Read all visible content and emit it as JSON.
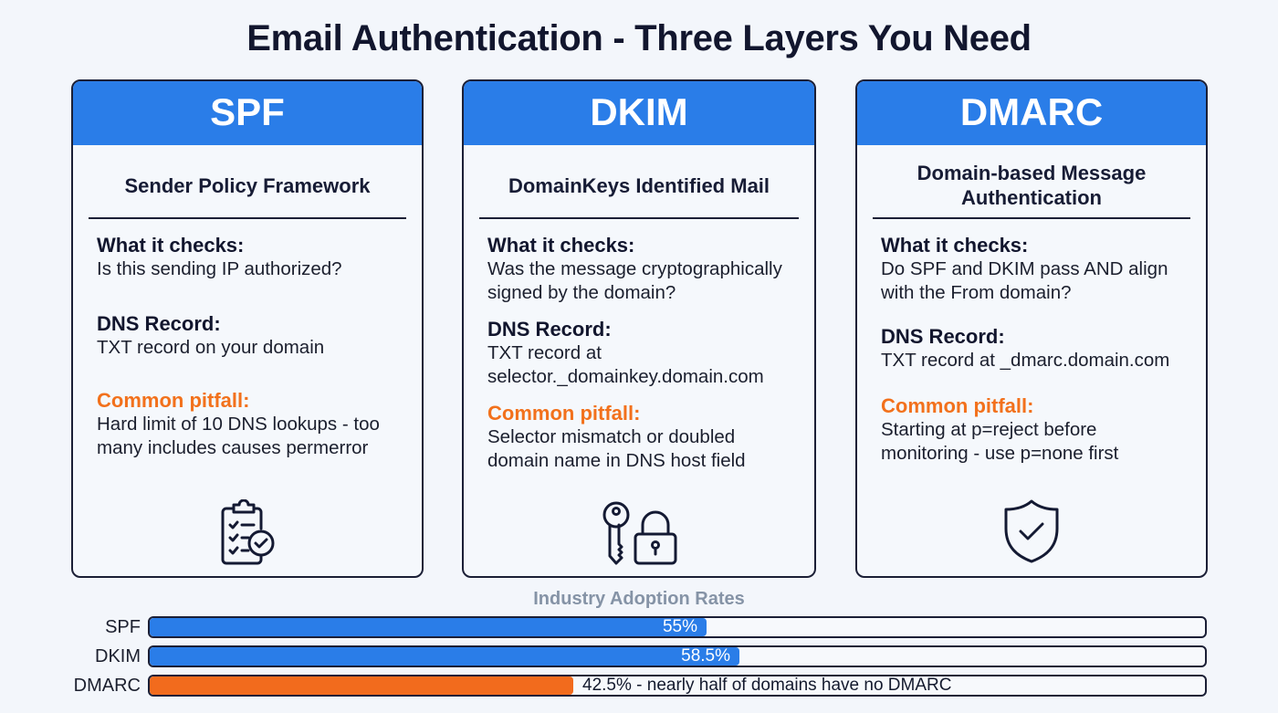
{
  "title": "Email Authentication - Three Layers You Need",
  "cards": [
    {
      "acronym": "SPF",
      "full_name": "Sender Policy Framework",
      "checks_label": "What it checks:",
      "checks_value": "Is this sending IP authorized?",
      "dns_label": "DNS Record:",
      "dns_value": "TXT record on your domain",
      "pitfall_label": "Common pitfall:",
      "pitfall_value": "Hard limit of 10 DNS lookups - too many includes causes permerror",
      "icon": "clipboard-check-icon"
    },
    {
      "acronym": "DKIM",
      "full_name": "DomainKeys Identified Mail",
      "checks_label": "What it checks:",
      "checks_value": "Was the message cryptographically signed by the domain?",
      "dns_label": "DNS Record:",
      "dns_value": "TXT record at selector._domainkey.domain.com",
      "pitfall_label": "Common pitfall:",
      "pitfall_value": "Selector mismatch or doubled domain name in DNS host field",
      "icon": "key-lock-icon"
    },
    {
      "acronym": "DMARC",
      "full_name": "Domain-based Message Authentication",
      "checks_label": "What it checks:",
      "checks_value": "Do SPF and DKIM pass AND align with the From domain?",
      "dns_label": "DNS Record:",
      "dns_value": "TXT record at _dmarc.domain.com",
      "pitfall_label": "Common pitfall:",
      "pitfall_value": "Starting at p=reject before monitoring - use p=none first",
      "icon": "shield-check-icon"
    }
  ],
  "colors": {
    "header_blue": "#2a7de8",
    "pitfall_orange": "#f2711c",
    "dmarc_bar_orange": "#f26b1d",
    "border_dark": "#1b1f36",
    "background": "#f3f6fb",
    "chart_title_gray": "#8593a6"
  },
  "chart_data": {
    "type": "bar",
    "orientation": "horizontal",
    "title": "Industry Adoption Rates",
    "categories": [
      "SPF",
      "DKIM",
      "DMARC"
    ],
    "values": [
      55,
      58.5,
      42.5
    ],
    "value_labels": [
      "55%",
      "58.5%",
      "42.5% - nearly half of domains have no DMARC"
    ],
    "colors": [
      "#2a7de8",
      "#2a7de8",
      "#f26b1d"
    ],
    "xlim": [
      0,
      100
    ],
    "grid": false,
    "legend": false
  }
}
